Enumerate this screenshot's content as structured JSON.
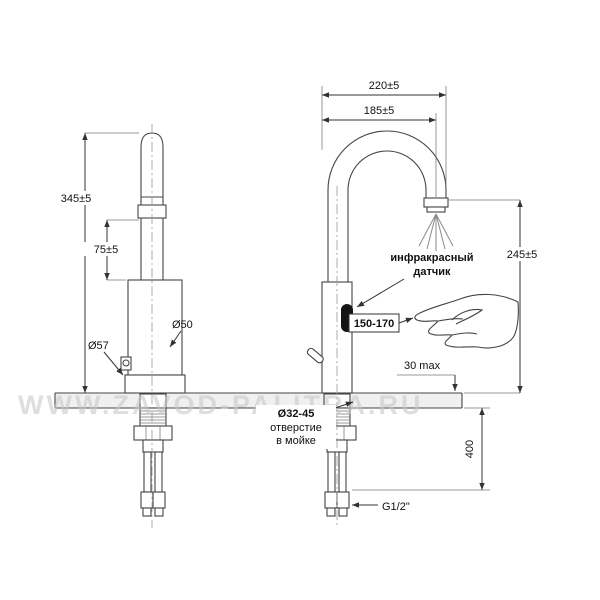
{
  "watermark": "WWW.ZAVOD-PALITRA.RU",
  "dims": {
    "overall_width": "220±5",
    "spout_reach": "185±5",
    "overall_height": "345±5",
    "upper_section": "75±5",
    "body_dia": "Ø50",
    "base_dia": "Ø57",
    "spout_height": "245±5",
    "sensor_range": "150-170",
    "deck_thickness": "30 max",
    "under_counter": "400",
    "thread": "G1/2\""
  },
  "labels": {
    "sensor_line1": "инфракрасный",
    "sensor_line2": "датчик",
    "hole_line1": "Ø32-45",
    "hole_line2": "отверстие",
    "hole_line3": "в мойке"
  }
}
